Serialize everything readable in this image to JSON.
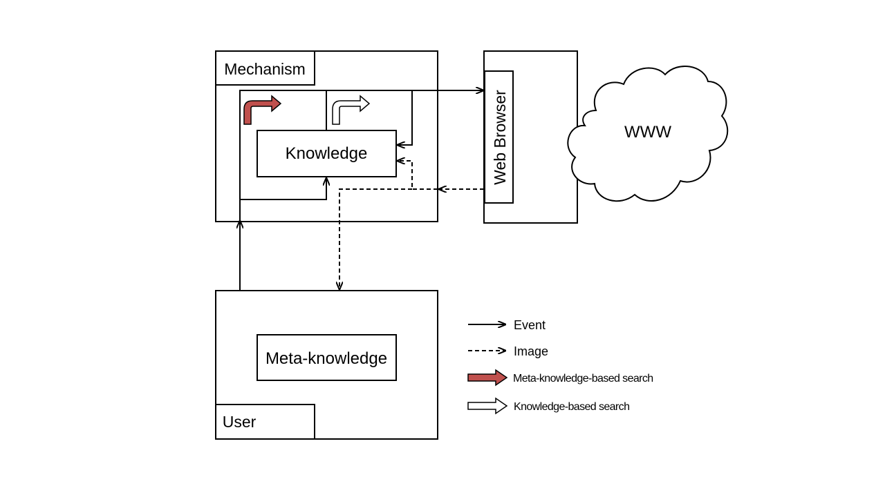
{
  "nodes": {
    "mechanism": "Mechanism",
    "knowledge": "Knowledge",
    "web_browser": "Web Browser",
    "www": "WWW",
    "meta_knowledge": "Meta-knowledge",
    "user": "User"
  },
  "legend": {
    "event": "Event",
    "image": "Image",
    "meta_search": "Meta-knowledge-based search",
    "knowledge_search": "Knowledge-based search"
  },
  "colors": {
    "meta_search_fill": "#c0504d",
    "knowledge_search_fill": "#ffffff"
  }
}
